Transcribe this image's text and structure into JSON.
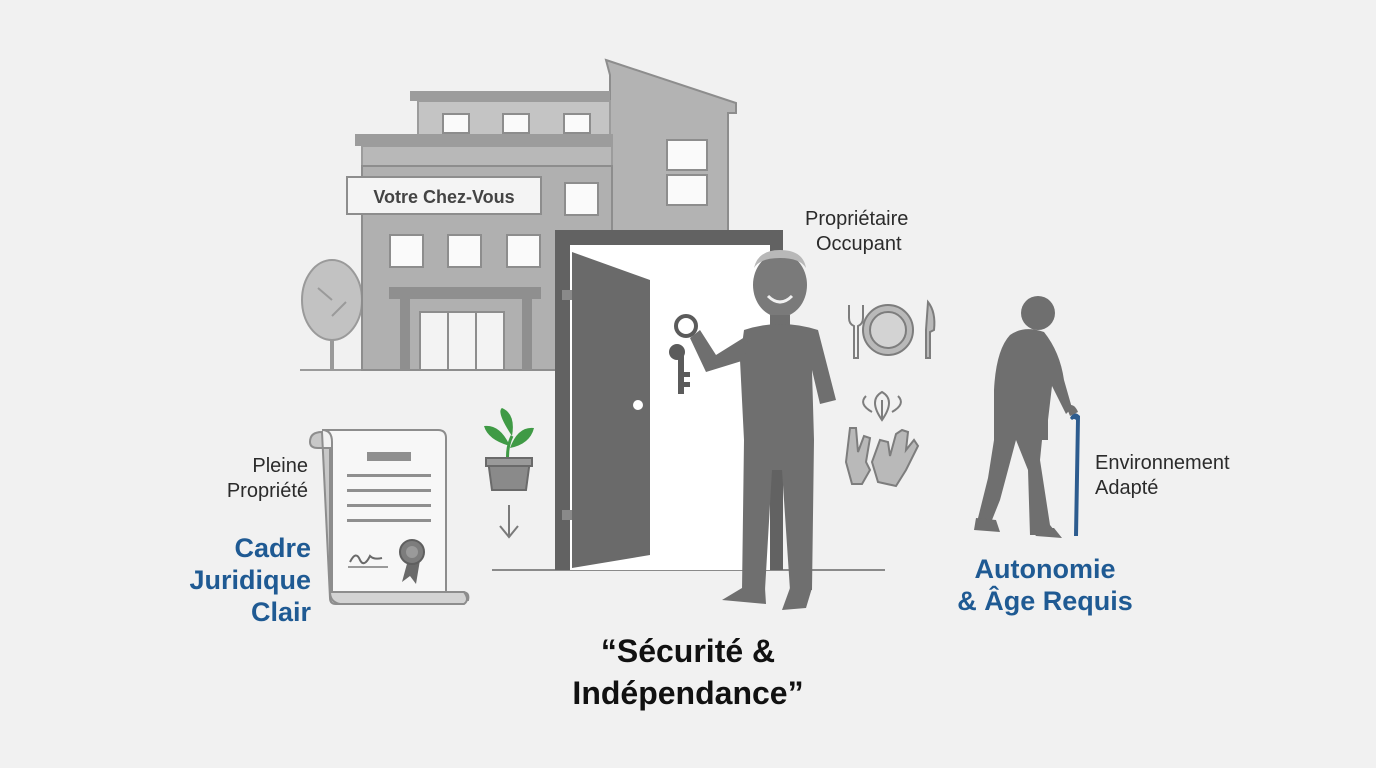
{
  "building": {
    "sign": "Votre Chez-Vous"
  },
  "labels": {
    "owner_line1": "Propriétaire",
    "owner_line2": "Occupant",
    "ownership_line1": "Pleine",
    "ownership_line2": "Propriété",
    "environment_line1": "Environnement",
    "environment_line2": "Adapté"
  },
  "titles": {
    "legal_line1": "Cadre",
    "legal_line2": "Juridique",
    "legal_line3": "Clair",
    "autonomy_line1": "Autonomie",
    "autonomy_line2": "& Âge Requis"
  },
  "quote": {
    "line1": "“Sécurité &",
    "line2": "Indépendance”"
  },
  "colors": {
    "background": "#f1f1f1",
    "accent_blue": "#1f5a93",
    "plant_green": "#3f9a45",
    "figure_gray": "#6f6f6f"
  },
  "icons": [
    "building-icon",
    "tree-icon",
    "door-icon",
    "key-icon",
    "senior-man-icon",
    "plate-cutlery-icon",
    "gloves-icon",
    "elderly-cane-icon",
    "plant-pot-icon",
    "down-arrow-icon",
    "deed-scroll-icon"
  ]
}
